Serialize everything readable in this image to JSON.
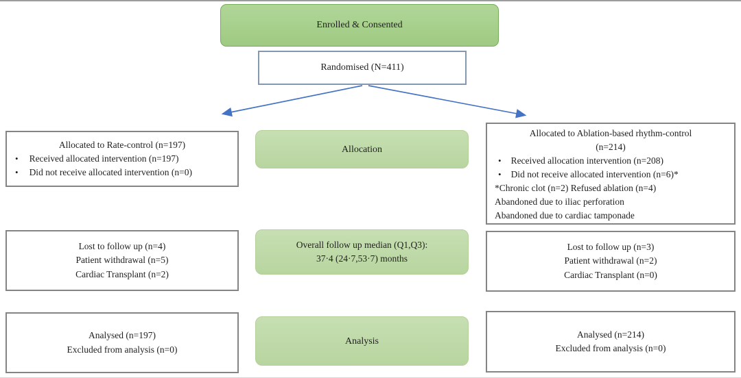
{
  "colors": {
    "green_dark_fill": "#a8d08d",
    "green_dark_border": "#76ab59",
    "green_light_fill": "#c1dcab",
    "white_box_border": "#848484",
    "randomised_border": "#8496b0",
    "arrow_blue": "#4472c4",
    "text": "#1f1f1f"
  },
  "flow": {
    "enrolled": {
      "label": "Enrolled & Consented"
    },
    "randomised": {
      "label": "Randomised (N=411)"
    },
    "stage_labels": {
      "allocation": "Allocation",
      "analysis": "Analysis"
    },
    "followup_summary": {
      "line1": "Overall follow up median (Q1,Q3):",
      "line2": "37·4 (24·7,53·7)  months"
    },
    "rate_control": {
      "allocation": {
        "title": "Allocated to Rate-control (n=197)",
        "bullets": [
          "Received allocated intervention (n=197)",
          "Did not receive allocated intervention (n=0)"
        ]
      },
      "followup": {
        "lines": [
          "Lost to follow up (n=4)",
          "Patient withdrawal  (n=5)",
          "Cardiac Transplant (n=2)"
        ]
      },
      "analysis": {
        "lines": [
          "Analysed (n=197)",
          "Excluded from analysis (n=0)"
        ]
      }
    },
    "rhythm_control": {
      "allocation": {
        "title_line1": "Allocated to Ablation-based rhythm-control",
        "title_line2": "(n=214)",
        "bullets": [
          "Received allocation intervention (n=208)",
          "Did not receive allocated intervention (n=6)*"
        ],
        "notes": [
          "*Chronic clot (n=2) Refused ablation (n=4)",
          "Abandoned due to iliac  perforation",
          "Abandoned due to cardiac tamponade"
        ]
      },
      "followup": {
        "lines": [
          "Lost to follow up (n=3)",
          "Patient withdrawal  (n=2)",
          "Cardiac Transplant (n=0)"
        ]
      },
      "analysis": {
        "lines": [
          "Analysed (n=214)",
          "Excluded from analysis (n=0)"
        ]
      }
    }
  }
}
